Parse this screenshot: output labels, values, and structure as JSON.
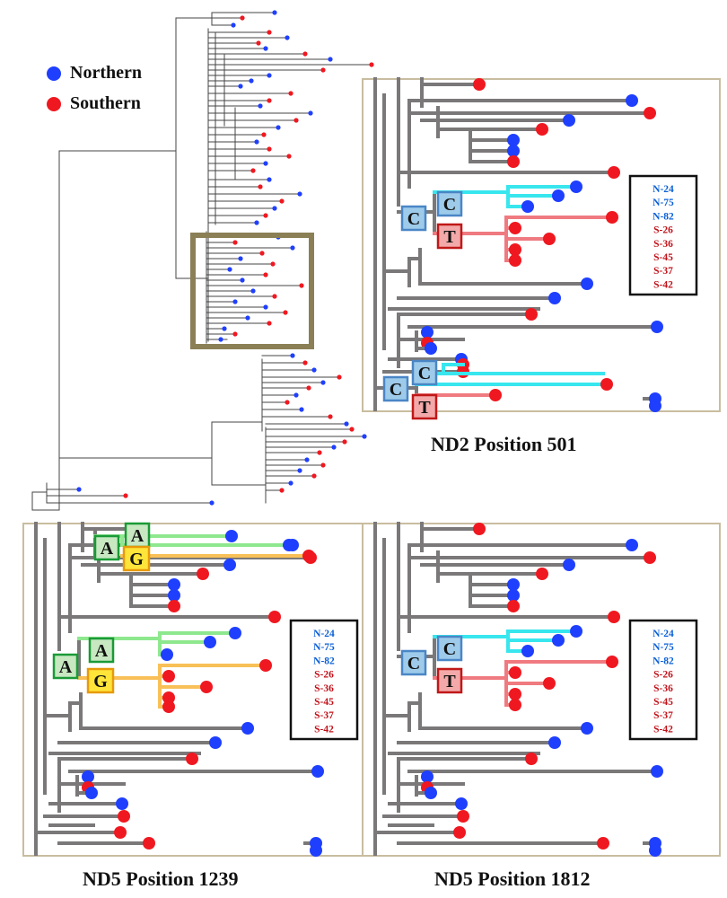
{
  "legend": [
    {
      "label": "Northern",
      "color": "#1f3fff"
    },
    {
      "label": "Southern",
      "color": "#f01820"
    }
  ],
  "colors": {
    "northern": "#1f3fff",
    "southern": "#f01820",
    "branch": "#7a7878",
    "highlight_box": "#8b7f56",
    "panel_border": "#c8bda0",
    "cyan_branch": "#38e6ee",
    "pink_branch": "#ef7a80",
    "green_branch": "#8ee88e",
    "orange_branch": "#f8c057",
    "label_blue": "#0b60d8",
    "label_red": "#c1121a"
  },
  "sample_labels": [
    {
      "text": "N-24",
      "group": "northern"
    },
    {
      "text": "N-75",
      "group": "northern"
    },
    {
      "text": "N-82",
      "group": "northern"
    },
    {
      "text": "S-26",
      "group": "southern"
    },
    {
      "text": "S-36",
      "group": "southern"
    },
    {
      "text": "S-45",
      "group": "southern"
    },
    {
      "text": "S-37",
      "group": "southern"
    },
    {
      "text": "S-42",
      "group": "southern"
    }
  ],
  "panels": [
    {
      "caption": "ND2 Position 501",
      "scheme": "ct",
      "top_base": "C",
      "upper_base": "C",
      "lower_base": "T",
      "bottom_parent_base": "C",
      "bottom_upper_base": "C",
      "bottom_lower_base": "T"
    },
    {
      "caption": "ND5 Position 1239",
      "scheme": "ag",
      "top_parent_base": "A",
      "top_upper_base": "A",
      "top_lower_base": "G",
      "parent_base": "A",
      "upper_base": "A",
      "lower_base": "G"
    },
    {
      "caption": "ND5 Position 1812",
      "scheme": "ct",
      "top_base": "C",
      "upper_base": "C",
      "lower_base": "T"
    }
  ]
}
